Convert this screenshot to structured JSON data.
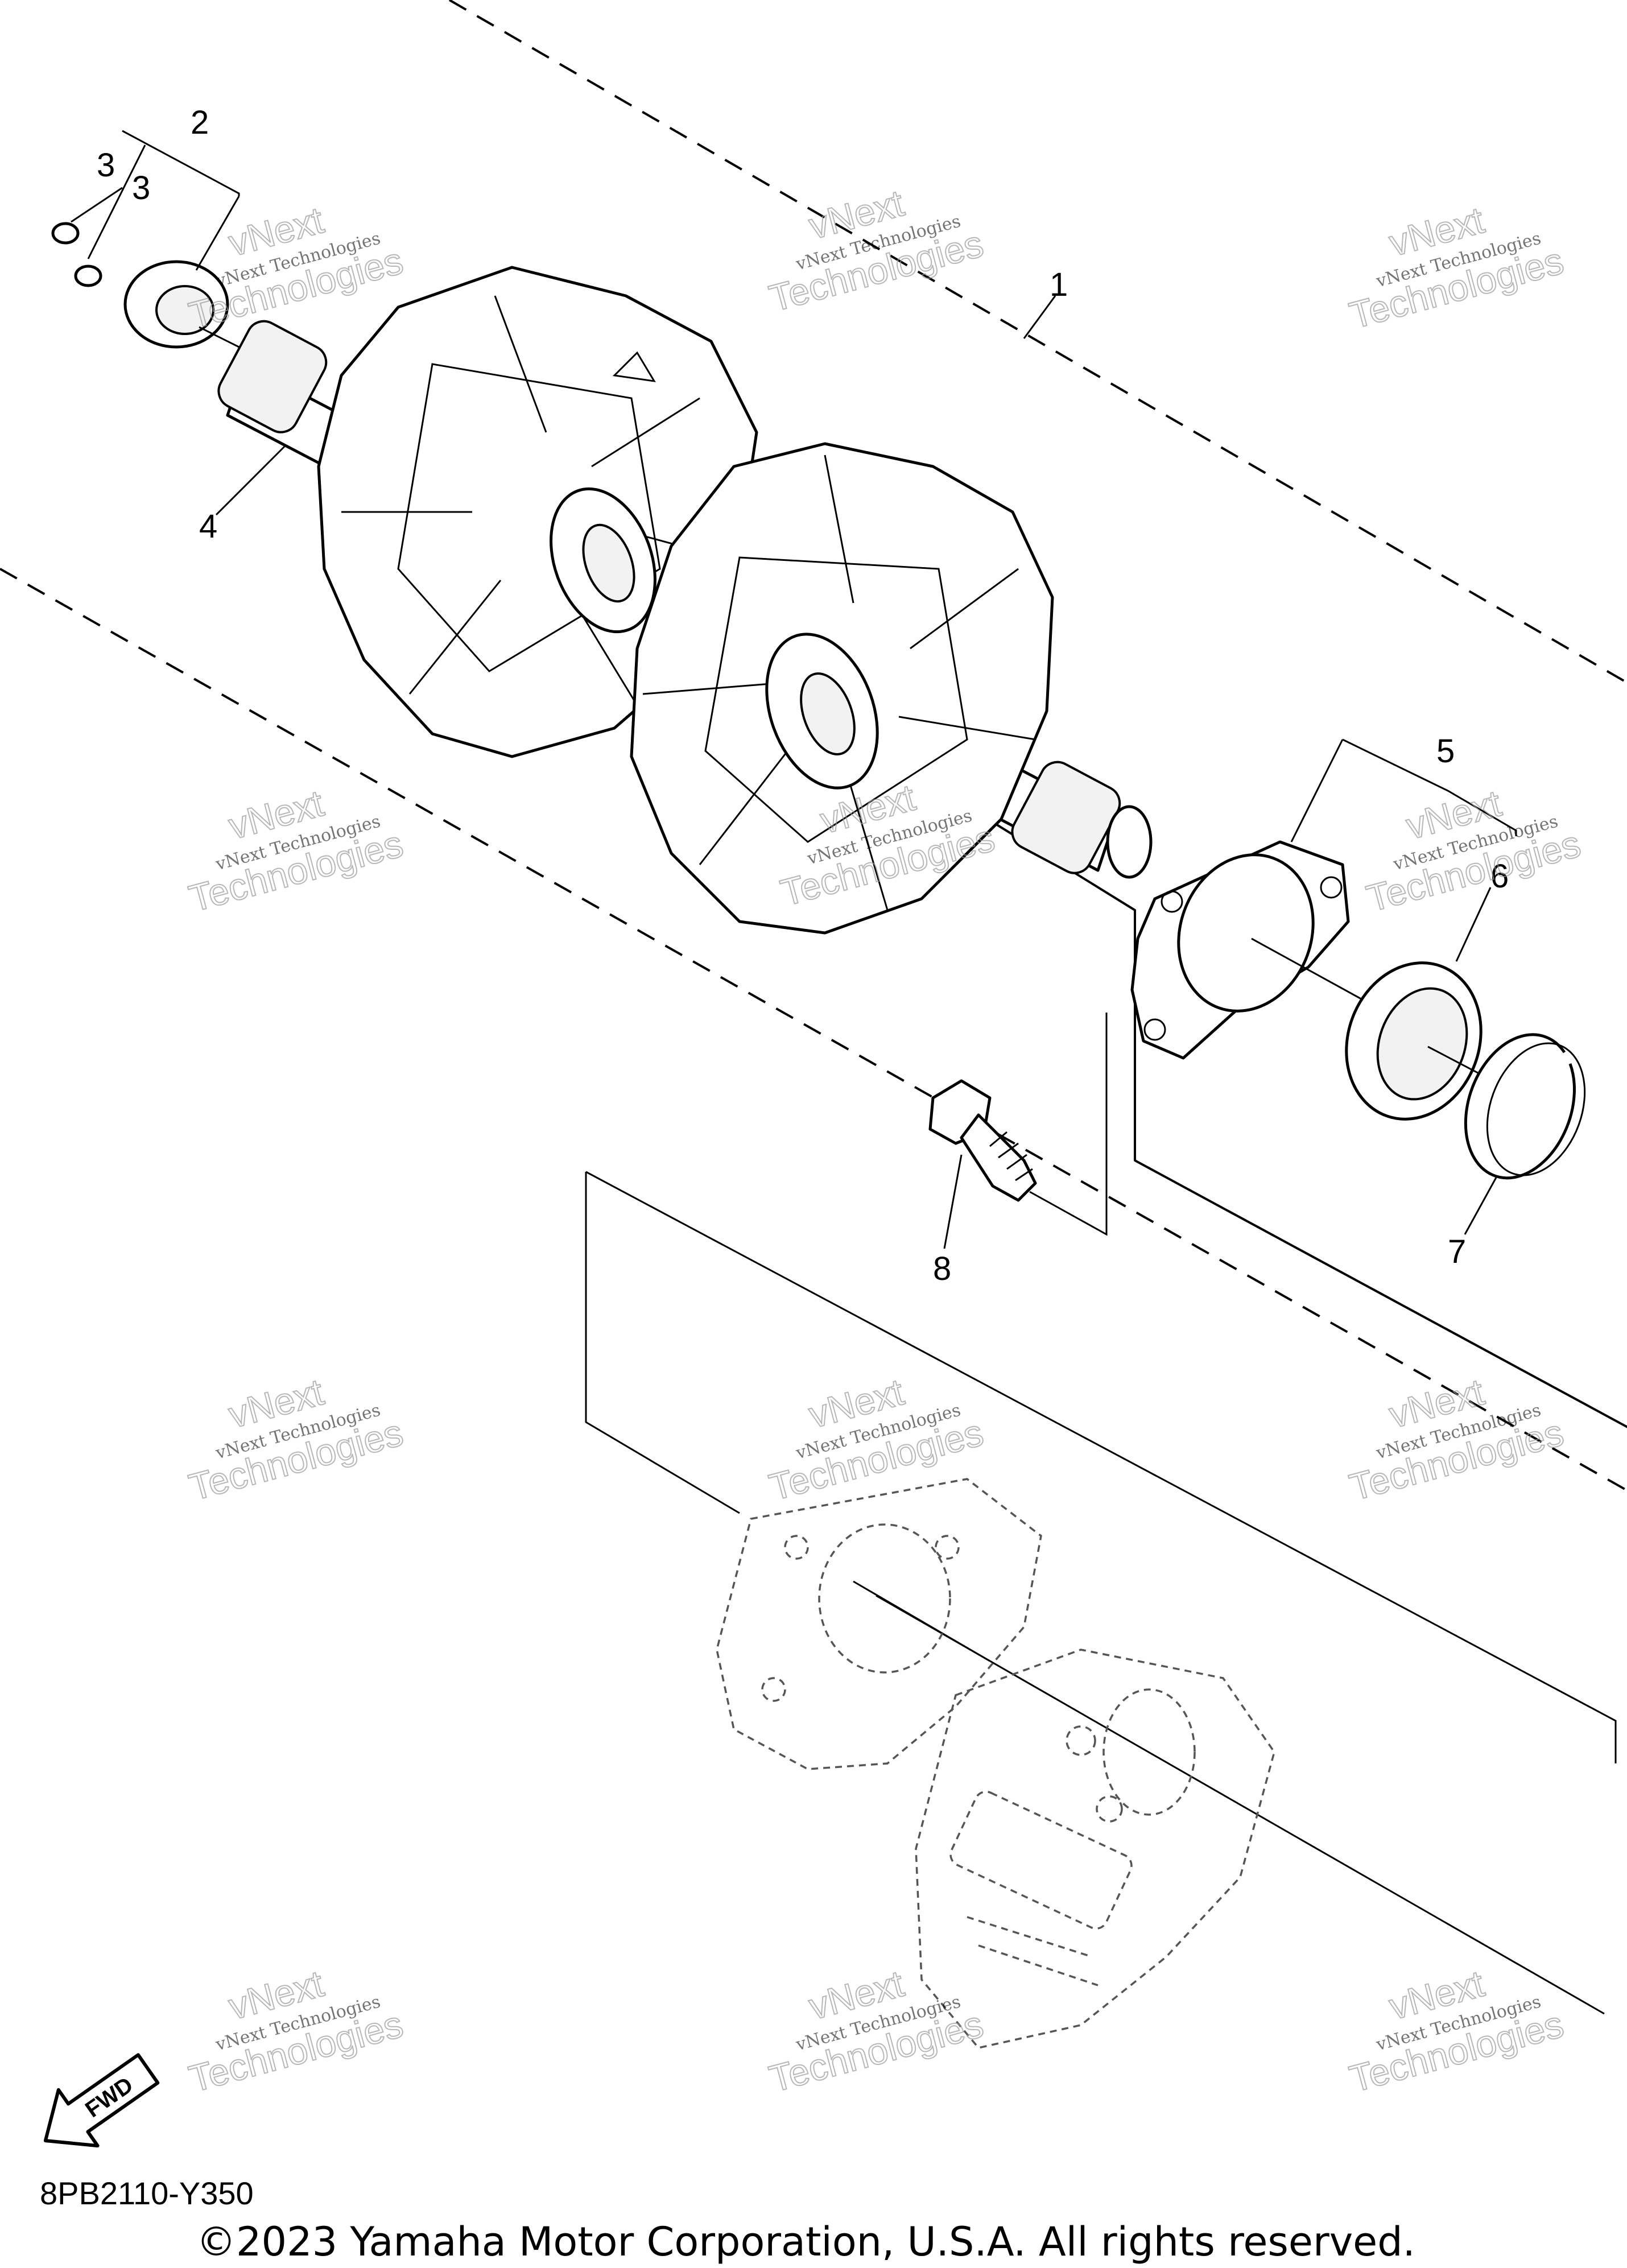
{
  "callouts": {
    "c1": "1",
    "c2": "2",
    "c3a": "3",
    "c3b": "3",
    "c4": "4",
    "c5": "5",
    "c6": "6",
    "c7": "7",
    "c8": "8"
  },
  "watermark": {
    "line1": "vNext Technologies",
    "line2": "vNext",
    "line3": "Technologies"
  },
  "fwd_label": "FWD",
  "diagram_code": "8PB2110-Y350",
  "copyright": "©2023 Yamaha Motor Corporation, U.S.A. All rights reserved."
}
